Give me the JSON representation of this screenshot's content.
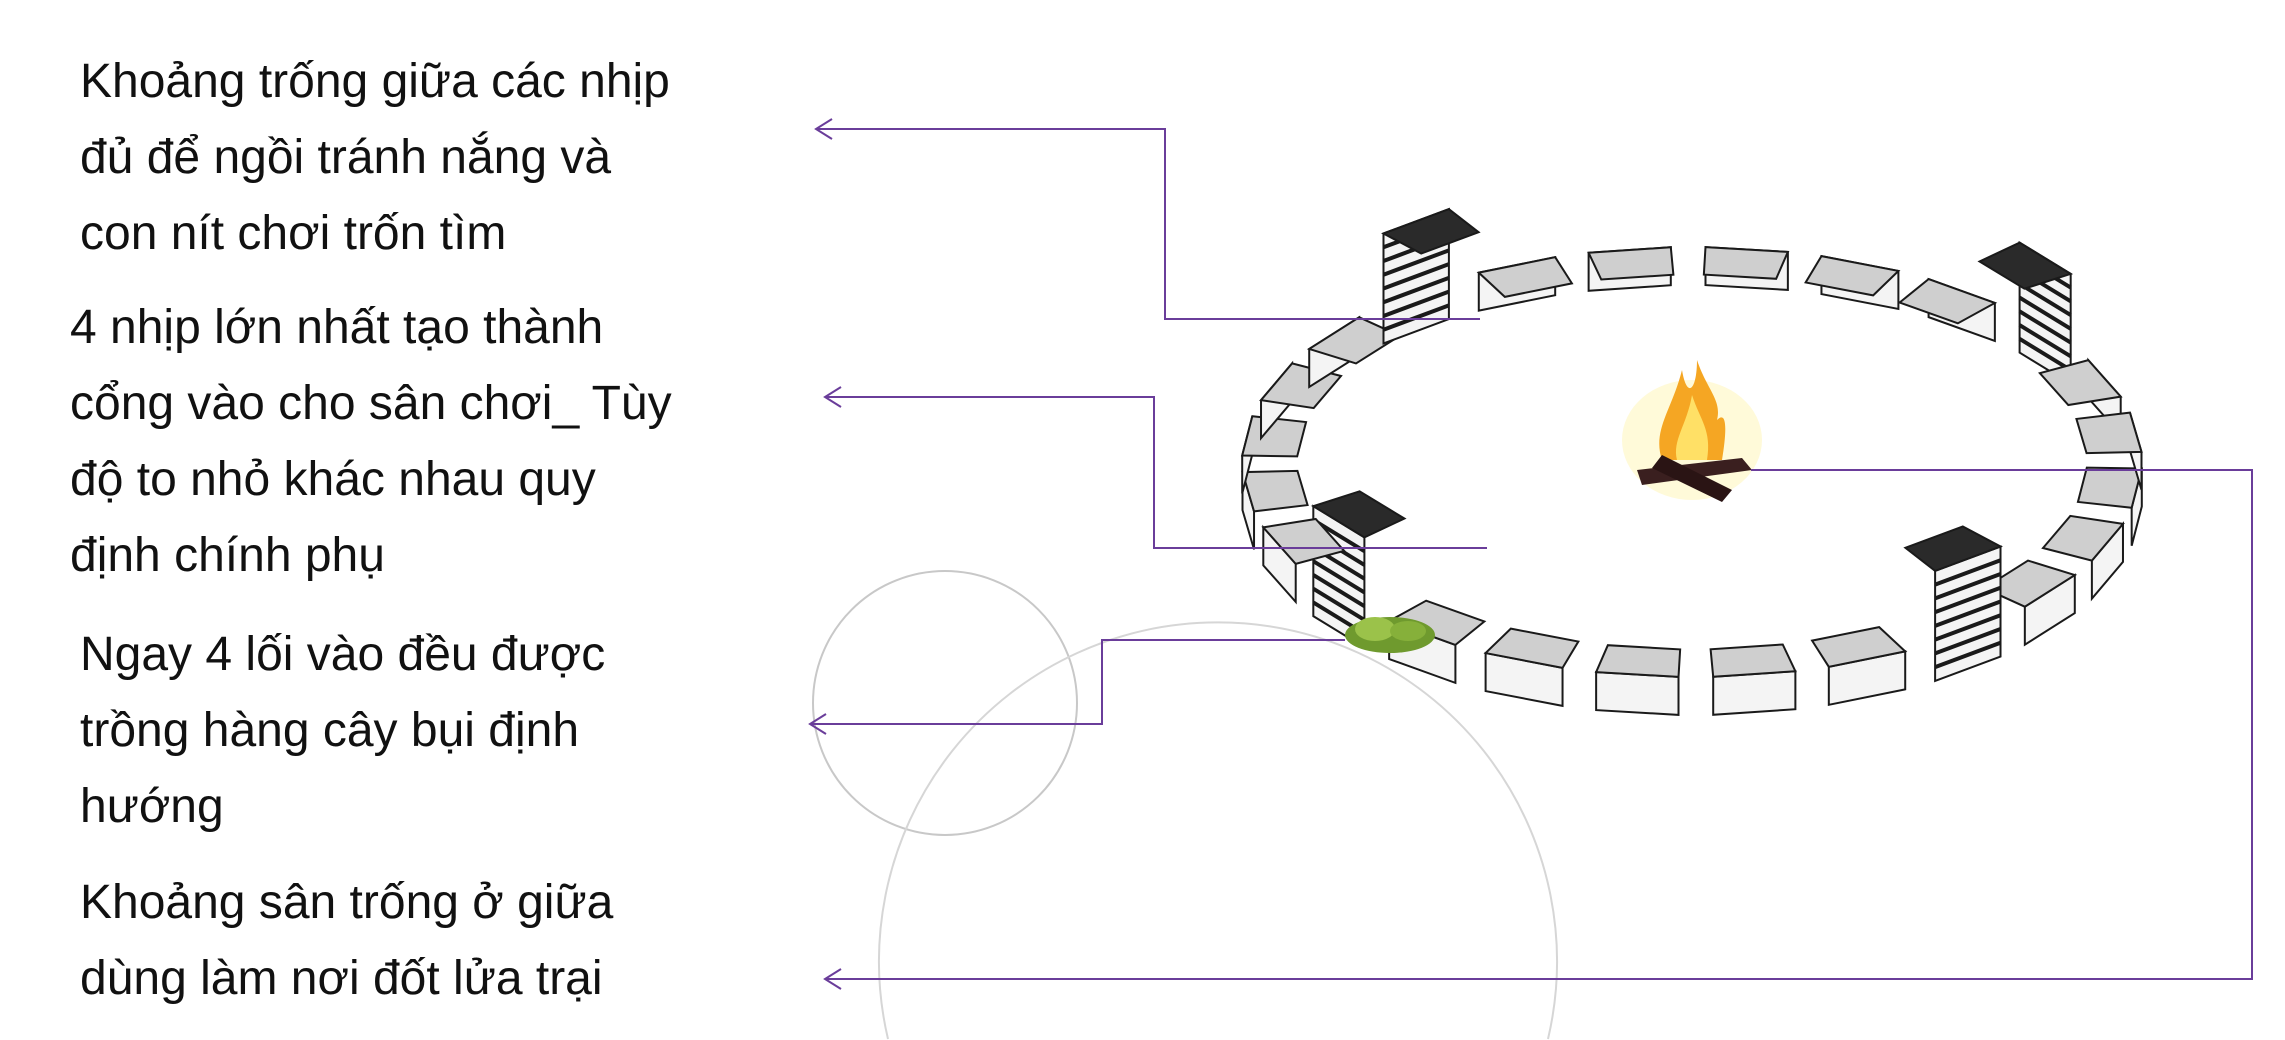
{
  "notes": [
    {
      "lines": [
        "Khoảng trống giữa các nhịp",
        "đủ để ngồi tránh nắng và",
        "con nít chơi trốn tìm"
      ]
    },
    {
      "lines": [
        "4 nhịp lớn nhất tạo thành",
        "cổng vào cho sân chơi_ Tùy",
        "độ to nhỏ khác nhau quy",
        "định chính phụ"
      ]
    },
    {
      "lines": [
        "Ngay 4 lối vào đều được",
        "trồng hàng cây bụi định",
        "hướng"
      ]
    },
    {
      "lines": [
        "Khoảng sân trống ở giữa",
        "dùng làm nơi đốt lửa trại"
      ]
    }
  ],
  "colors": {
    "leader": "#6a3d9a",
    "circle": "#c8c8c8",
    "seat": "#cfcfcf",
    "frame": "#1a1a1a"
  },
  "icons": [
    "campfire-icon",
    "shrub-icon",
    "arrow-left-icon"
  ]
}
